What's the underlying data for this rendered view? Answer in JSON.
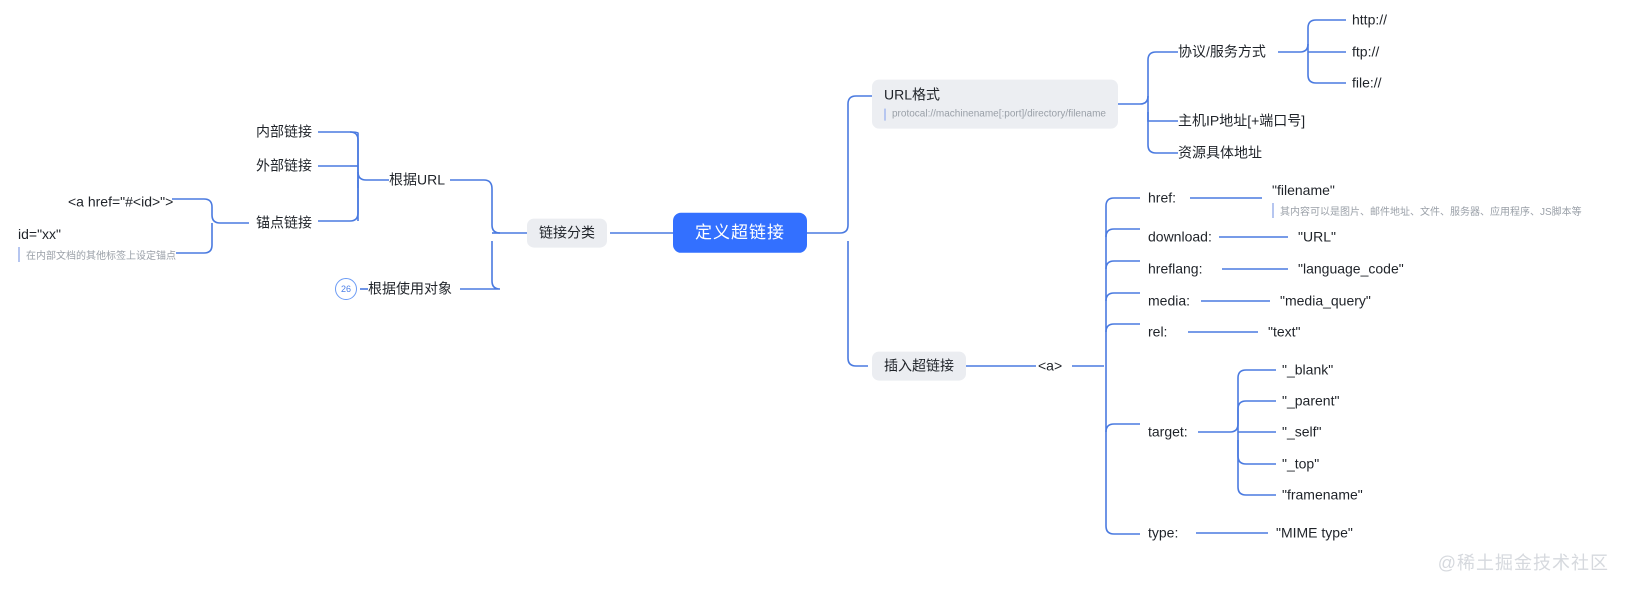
{
  "root": {
    "label": "定义超链接",
    "color": "#3370ff"
  },
  "theme": {
    "line_color": "#4a7ae0",
    "chip_bg": "#ebedf1",
    "text_color": "#1f2329",
    "note_color": "#9aa0a8"
  },
  "left": {
    "category": {
      "label": "链接分类"
    },
    "by_url": {
      "label": "根据URL"
    },
    "by_usage": {
      "label": "根据使用对象",
      "badge": "26"
    },
    "url_children": [
      {
        "label": "内部链接"
      },
      {
        "label": "外部链接"
      },
      {
        "label": "锚点链接"
      }
    ],
    "anchor_details": [
      {
        "label": "<a href=\"#<id>\">",
        "note": ""
      },
      {
        "label": "id=\"xx\"",
        "note": "在内部文档的其他标签上设定锚点"
      }
    ]
  },
  "right": {
    "url_format": {
      "label": "URL格式",
      "note": "protocal://machinename[:port]/directory/filename",
      "children": [
        {
          "label": "协议/服务方式",
          "children": [
            {
              "label": "http://"
            },
            {
              "label": "ftp://"
            },
            {
              "label": "file://"
            }
          ]
        },
        {
          "label": "主机IP地址[+端口号]",
          "children": []
        },
        {
          "label": "资源具体地址",
          "children": []
        }
      ]
    },
    "insert_link": {
      "label": "插入超链接",
      "tag": "<a>",
      "attributes": [
        {
          "name": "href:",
          "value": "\"filename\"",
          "note": "其内容可以是图片、邮件地址、文件、服务器、应用程序、JS脚本等"
        },
        {
          "name": "download:",
          "value": "\"URL\"",
          "note": ""
        },
        {
          "name": "hreflang:",
          "value": "\"language_code\"",
          "note": ""
        },
        {
          "name": "media:",
          "value": "\"media_query\"",
          "note": ""
        },
        {
          "name": "rel:",
          "value": "\"text\"",
          "note": ""
        },
        {
          "name": "target:",
          "value": "",
          "note": "",
          "children": [
            {
              "label": "\"_blank\""
            },
            {
              "label": "\"_parent\""
            },
            {
              "label": "\"_self\""
            },
            {
              "label": "\"_top\""
            },
            {
              "label": "\"framename\""
            }
          ]
        },
        {
          "name": "type:",
          "value": "\"MIME type\"",
          "note": ""
        }
      ]
    }
  },
  "watermark": {
    "text": "@稀土掘金技术社区"
  }
}
